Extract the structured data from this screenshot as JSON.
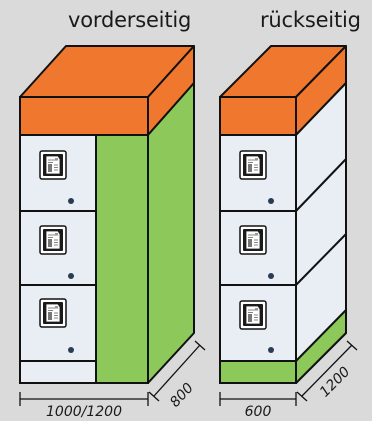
{
  "labels": {
    "front_view": "vorderseitig",
    "back_view": "rückseitig"
  },
  "dimensions": {
    "front_width": "1000/1200",
    "front_depth": "800",
    "back_width": "600",
    "back_depth": "1200"
  },
  "colors": {
    "background": "#dadada",
    "roof_orange": "#f0782e",
    "side_green": "#8cc95a",
    "panel_blue": "#e8eef3",
    "outline": "#111111"
  },
  "icons": {
    "module": "document-terminal-icon"
  }
}
